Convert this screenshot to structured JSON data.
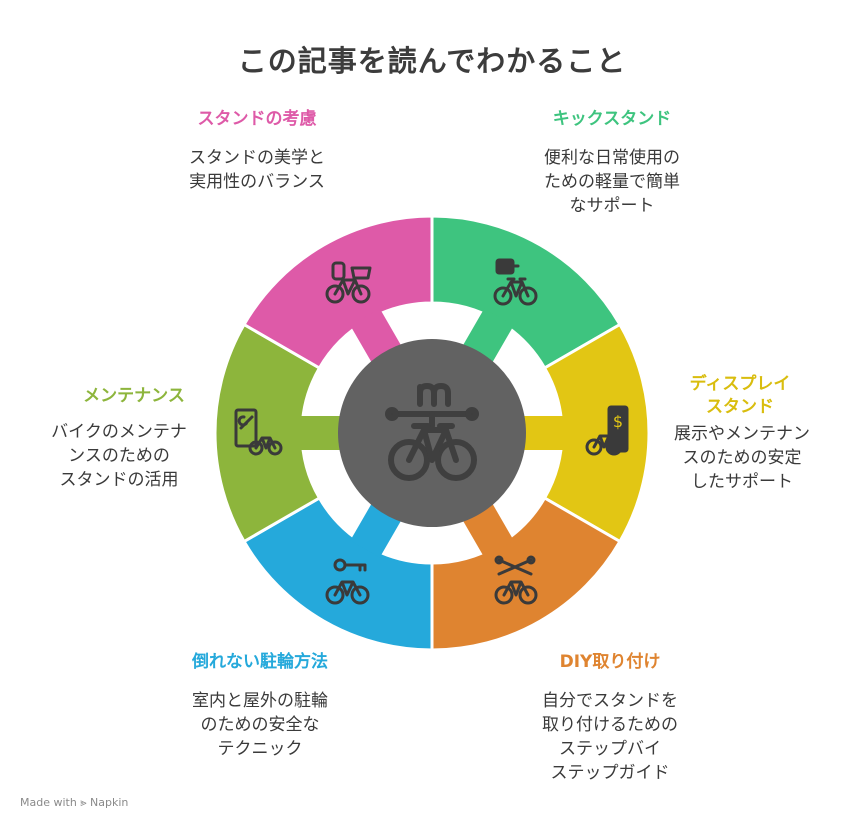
{
  "title": "この記事を読んでわかること",
  "segments": [
    {
      "label": "キックスタンド",
      "desc": "便利な日常使用の\nための軽量で簡単\nなサポート",
      "color": "#3ec47f",
      "icon": "kickstand-bike-icon"
    },
    {
      "label": "ディスプレイ\nスタンド",
      "desc": "展示やメンテナン\nスのための安定\nしたサポート",
      "color": "#e2c614",
      "icon": "display-stand-bike-icon"
    },
    {
      "label": "DIY取り付け",
      "desc": "自分でスタンドを\n取り付けるための\nステップバイ\nステップガイド",
      "color": "#df8430",
      "icon": "wrench-bike-icon"
    },
    {
      "label": "倒れない駐輪方法",
      "desc": "室内と屋外の駐輪\nのための安全な\nテクニック",
      "color": "#25a9db",
      "icon": "key-bike-icon"
    },
    {
      "label": "メンテナンス",
      "desc": "バイクのメンテナ\nンスのための\nスタンドの活用",
      "color": "#8db53c",
      "icon": "maintenance-bike-icon"
    },
    {
      "label": "スタンドの考慮",
      "desc": "スタンドの美学と\n実用性のバランス",
      "color": "#de5aa8",
      "icon": "aesthetic-bike-icon"
    }
  ],
  "center": {
    "color": "#626262",
    "icon": "bike-stand-center-icon"
  },
  "credit": "Made with ⪢ Napkin"
}
